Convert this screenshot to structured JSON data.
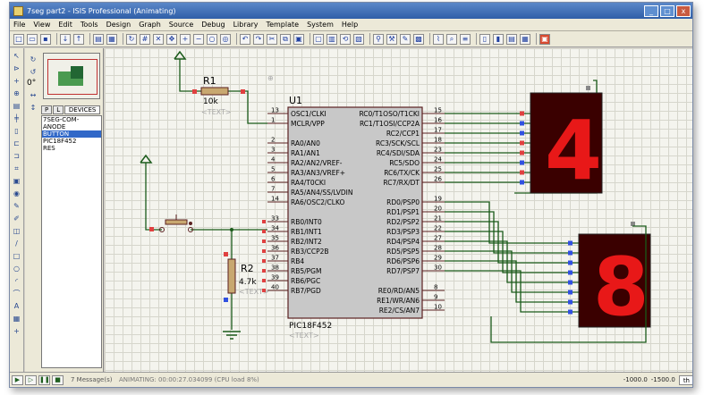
{
  "window": {
    "title": "7seg part2 - ISIS Professional (Animating)",
    "controls": [
      "_",
      "□",
      "x"
    ]
  },
  "menu": [
    "File",
    "View",
    "Edit",
    "Tools",
    "Design",
    "Graph",
    "Source",
    "Debug",
    "Library",
    "Template",
    "System",
    "Help"
  ],
  "panel": {
    "tab_p": "P",
    "tab_l": "L",
    "devices_header": "DEVICES",
    "devices": [
      "7SEG-COM-ANODE",
      "BUTTON",
      "PIC18F452",
      "RES"
    ],
    "selected_device": "BUTTON",
    "rotation_value": "0°"
  },
  "schematic": {
    "r1": {
      "ref": "R1",
      "value": "10k",
      "text": "<TEXT>"
    },
    "r2": {
      "ref": "R2",
      "value": "4.7k",
      "text": "<TEXT>"
    },
    "u1": {
      "ref": "U1",
      "part": "PIC18F452",
      "text": "<TEXT>",
      "left_pins": [
        {
          "num": "13",
          "name": "OSC1/CLKI"
        },
        {
          "num": "1",
          "name": "MCLR/VPP"
        },
        {
          "num": "2",
          "name": "RA0/AN0"
        },
        {
          "num": "3",
          "name": "RA1/AN1"
        },
        {
          "num": "4",
          "name": "RA2/AN2/VREF-"
        },
        {
          "num": "5",
          "name": "RA3/AN3/VREF+"
        },
        {
          "num": "6",
          "name": "RA4/T0CKI"
        },
        {
          "num": "7",
          "name": "RA5/AN4/SS/LVDIN"
        },
        {
          "num": "14",
          "name": "RA6/OSC2/CLKO"
        },
        {
          "num": "33",
          "name": "RB0/INT0"
        },
        {
          "num": "34",
          "name": "RB1/INT1"
        },
        {
          "num": "35",
          "name": "RB2/INT2"
        },
        {
          "num": "36",
          "name": "RB3/CCP2B"
        },
        {
          "num": "37",
          "name": "RB4"
        },
        {
          "num": "38",
          "name": "RB5/PGM"
        },
        {
          "num": "39",
          "name": "RB6/PGC"
        },
        {
          "num": "40",
          "name": "RB7/PGD"
        }
      ],
      "right_pins": [
        {
          "num": "15",
          "name": "RC0/T1OSO/T1CKI"
        },
        {
          "num": "16",
          "name": "RC1/T1OSI/CCP2A"
        },
        {
          "num": "17",
          "name": "RC2/CCP1"
        },
        {
          "num": "18",
          "name": "RC3/SCK/SCL"
        },
        {
          "num": "23",
          "name": "RC4/SDI/SDA"
        },
        {
          "num": "24",
          "name": "RC5/SDO"
        },
        {
          "num": "25",
          "name": "RC6/TX/CK"
        },
        {
          "num": "26",
          "name": "RC7/RX/DT"
        },
        {
          "num": "19",
          "name": "RD0/PSP0"
        },
        {
          "num": "20",
          "name": "RD1/PSP1"
        },
        {
          "num": "21",
          "name": "RD2/PSP2"
        },
        {
          "num": "22",
          "name": "RD3/PSP3"
        },
        {
          "num": "27",
          "name": "RD4/PSP4"
        },
        {
          "num": "28",
          "name": "RD5/PSP5"
        },
        {
          "num": "29",
          "name": "RD6/PSP6"
        },
        {
          "num": "30",
          "name": "RD7/PSP7"
        },
        {
          "num": "8",
          "name": "RE0/RD/AN5"
        },
        {
          "num": "9",
          "name": "RE1/WR/AN6"
        },
        {
          "num": "10",
          "name": "RE2/CS/AN7"
        }
      ]
    },
    "display_top": {
      "digit": "4"
    },
    "display_bottom": {
      "digit": "8"
    }
  },
  "status": {
    "messages": "7 Message(s)",
    "animating": "ANIMATING: 00:00:27.034099 (CPU load 8%)",
    "coord_x": "-1000.0",
    "coord_y": "-1500.0",
    "units": "th"
  }
}
